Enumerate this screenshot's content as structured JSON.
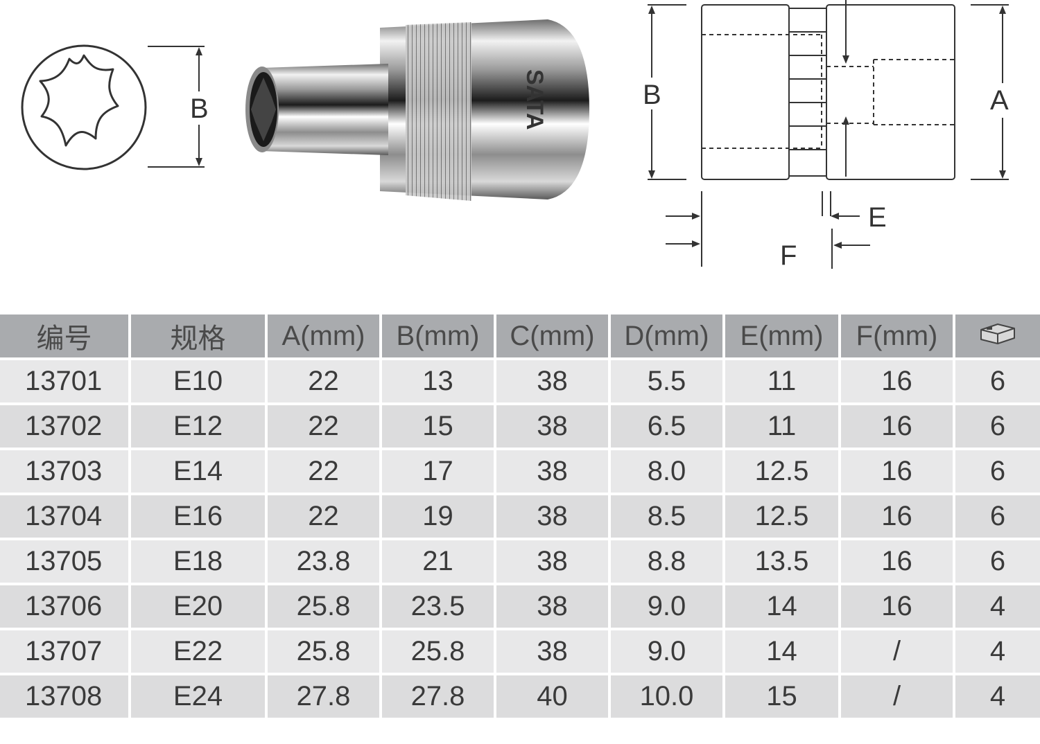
{
  "drawing": {
    "left_label_b": "B",
    "right_label_a": "A",
    "right_label_b": "B",
    "right_label_e": "E",
    "right_label_f": "F",
    "brand_text": "SATA"
  },
  "table": {
    "headers": [
      "编号",
      "规格",
      "A(mm)",
      "B(mm)",
      "C(mm)",
      "D(mm)",
      "E(mm)",
      "F(mm)"
    ],
    "last_header_icon": "case-icon",
    "rows": [
      [
        "13701",
        "E10",
        "22",
        "13",
        "38",
        "5.5",
        "11",
        "16",
        "6"
      ],
      [
        "13702",
        "E12",
        "22",
        "15",
        "38",
        "6.5",
        "11",
        "16",
        "6"
      ],
      [
        "13703",
        "E14",
        "22",
        "17",
        "38",
        "8.0",
        "12.5",
        "16",
        "6"
      ],
      [
        "13704",
        "E16",
        "22",
        "19",
        "38",
        "8.5",
        "12.5",
        "16",
        "6"
      ],
      [
        "13705",
        "E18",
        "23.8",
        "21",
        "38",
        "8.8",
        "13.5",
        "16",
        "6"
      ],
      [
        "13706",
        "E20",
        "25.8",
        "23.5",
        "38",
        "9.0",
        "14",
        "16",
        "4"
      ],
      [
        "13707",
        "E22",
        "25.8",
        "25.8",
        "38",
        "9.0",
        "14",
        "/",
        "4"
      ],
      [
        "13708",
        "E24",
        "27.8",
        "27.8",
        "40",
        "10.0",
        "15",
        "/",
        "4"
      ]
    ]
  }
}
